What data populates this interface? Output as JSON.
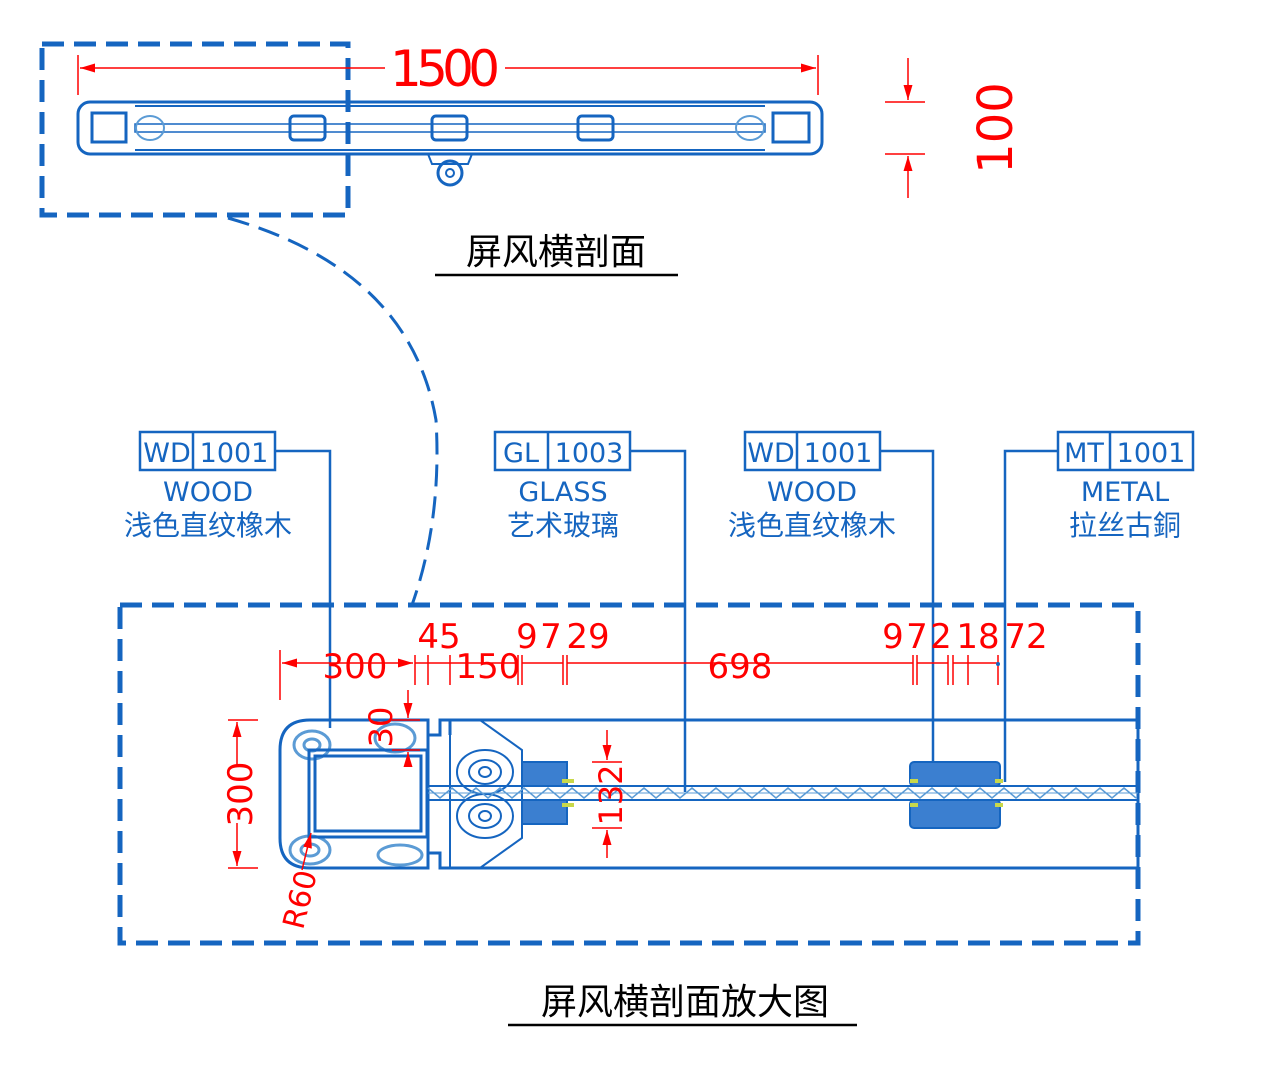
{
  "titles": {
    "section": "屏风横剖面",
    "enlarged": "屏风横剖面放大图"
  },
  "dimensions": {
    "overall_length": "1500",
    "overall_depth": "100",
    "post_width": "300",
    "gap_1": "45",
    "wood_block": "150",
    "small_a": "9",
    "small_b": "7",
    "clamp": "29",
    "glass_span": "698",
    "small_c": "9",
    "small_d": "7",
    "small_e": "2",
    "small_f": "18",
    "small_g": "72",
    "post_height": "300",
    "wall_thickness": "30",
    "glass_thickness": "132",
    "radius": "R60"
  },
  "tags": [
    {
      "code": "WD",
      "number": "1001",
      "material": "WOOD",
      "description": "浅色直纹橡木"
    },
    {
      "code": "GL",
      "number": "1003",
      "material": "GLASS",
      "description": "艺术玻璃"
    },
    {
      "code": "WD",
      "number": "1001",
      "material": "WOOD",
      "description": "浅色直纹橡木"
    },
    {
      "code": "MT",
      "number": "1001",
      "material": "METAL",
      "description": "拉丝古銅"
    }
  ],
  "colors": {
    "drawing": "#1565c0",
    "dimension": "#ff0000",
    "grain": "#5b9bd5"
  }
}
